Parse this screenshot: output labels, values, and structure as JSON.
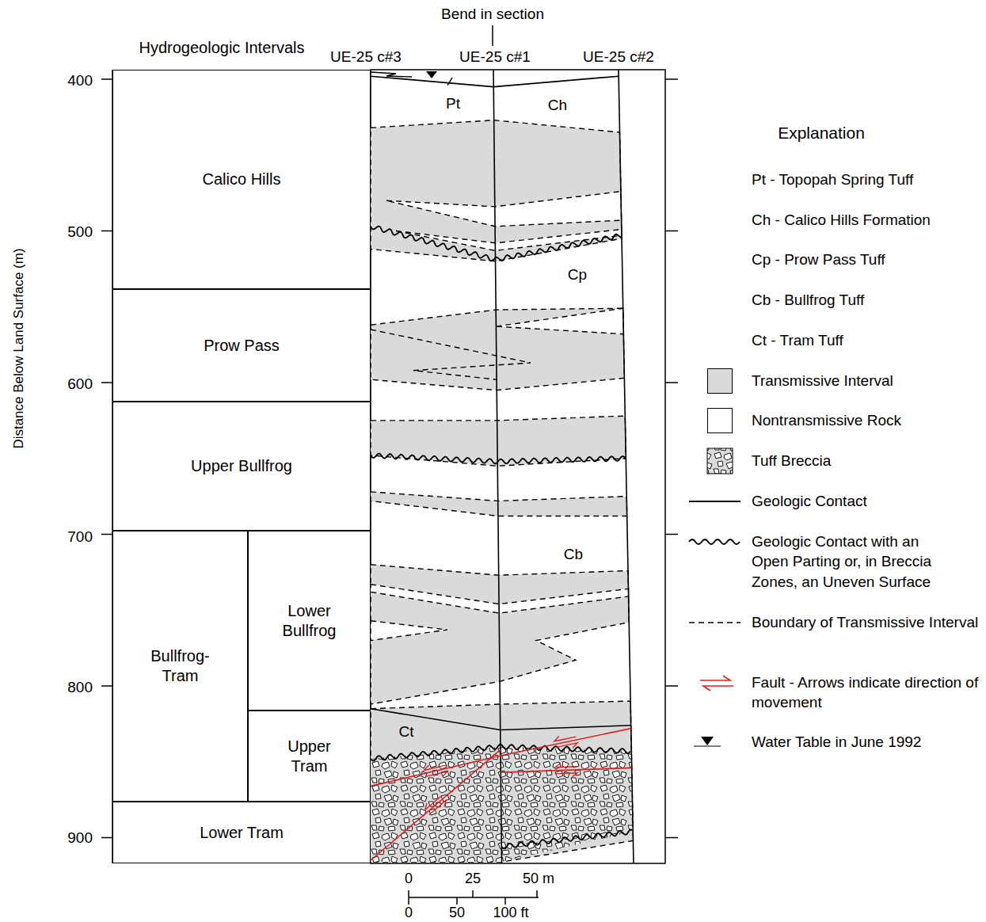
{
  "diagram": {
    "nodes": [
      {
        "text": [
          "Calico Hills"
        ]
      },
      {
        "text": [
          "Prow Pass"
        ]
      },
      {
        "text": [
          "Upper Bullfrog"
        ]
      },
      {
        "text": [
          "Bullfrog-Tram"
        ]
      },
      {
        "text": [
          "Lower Bullfrog"
        ]
      },
      {
        "text": [
          "Upper Tram"
        ]
      },
      {
        "text": [
          "Lower Tram"
        ]
      }
    ],
    "labels": [
      "Bend in section",
      "Hydrogeologic Intervals",
      "UE-25 c#3",
      "UE-25 c#1",
      "UE-25 c#2",
      "400",
      "500",
      "600",
      "700",
      "800",
      "900",
      "Distance Below Land Surface (m)",
      "Pt",
      "Ch",
      "Cp",
      "Cb",
      "Ct",
      "0",
      "25",
      "50 m",
      "0",
      "50",
      "100 ft",
      "Explanation"
    ],
    "legend": [
      {
        "text": "Pt - Topopah Spring Tuff"
      },
      {
        "text": "Ch - Calico Hills Formation"
      },
      {
        "text": "Cp - Prow Pass Tuff"
      },
      {
        "text": "Cb - Bullfrog Tuff"
      },
      {
        "text": "Ct - Tram Tuff"
      },
      {
        "text": "Transmissive Interval",
        "color": "#dadada"
      },
      {
        "text": "Nontransmissive Rock",
        "color": "#ffffff"
      },
      {
        "text": "Tuff Breccia"
      },
      {
        "text": "Geologic Contact"
      },
      {
        "text": "Geologic Contact with an Open Parting or, in Breccia Zones, an Uneven Surface"
      },
      {
        "text": "Boundary of Transmissive Interval"
      },
      {
        "text": "Fault - Arrows indicate direction of movement"
      },
      {
        "text": "Water Table in June 1992"
      }
    ]
  }
}
